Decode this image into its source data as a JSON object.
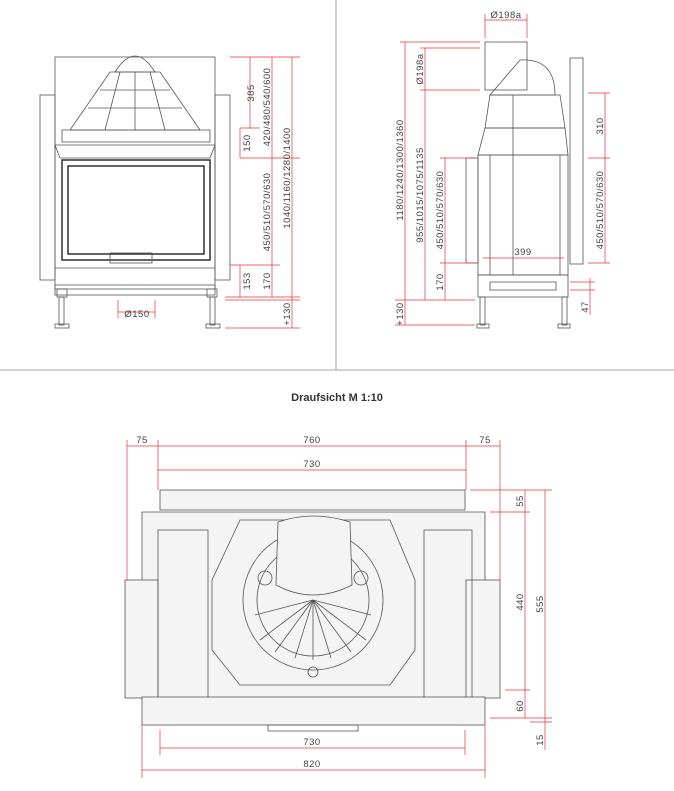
{
  "title": "Draufsicht M 1:10",
  "front_view": {
    "dims": {
      "d385": "385",
      "d150": "150",
      "d_hood": "420/480/540/600",
      "d_total": "1040/1160/1280/1400",
      "d_door": "450/510/570/630",
      "d153": "153",
      "d170": "170",
      "d130": "+130",
      "flue": "Ø150"
    }
  },
  "side_view": {
    "dims": {
      "flue_top": "Ø198a",
      "flue_side": "Ø198a",
      "d_total": "1180/1240/1300/1360",
      "d_mid": "955/1015/1075/1135",
      "d_door_left": "450/510/570/630",
      "d170": "170",
      "d130": "+130",
      "d399": "399",
      "d310": "310",
      "d_door_right": "450/510/570/630",
      "d47": "47"
    }
  },
  "top_view": {
    "dims": {
      "left75": "75",
      "w760": "760",
      "right75": "75",
      "top730": "730",
      "bottom730": "730",
      "w820": "820",
      "d55": "55",
      "d440": "440",
      "d555": "555",
      "d60": "60",
      "d15": "15"
    }
  }
}
